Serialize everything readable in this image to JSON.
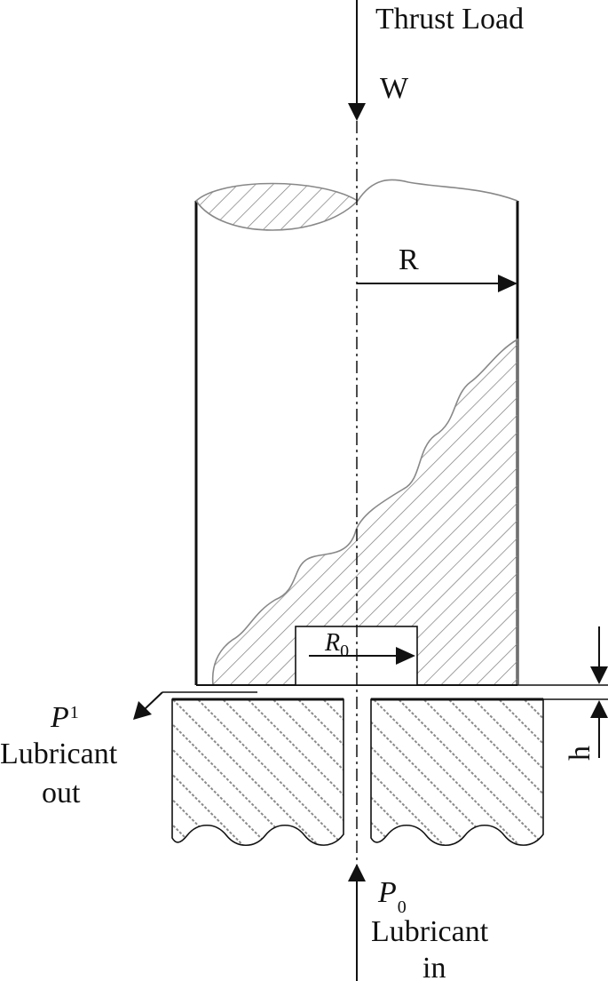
{
  "labels": {
    "thrust_load": "Thrust Load",
    "load_symbol": "W",
    "radius_outer": "R",
    "radius_inner_base": "R",
    "radius_inner_sub": "0",
    "gap": "h",
    "outlet_pressure_base": "P",
    "outlet_pressure_sub": "1",
    "outlet_line1": "Lubricant",
    "outlet_line2": "out",
    "inlet_pressure_base": "P",
    "inlet_pressure_sub": "0",
    "inlet_line1": "Lubricant",
    "inlet_line2": "in"
  },
  "colors": {
    "line": "#111111",
    "hatch": "#7a7a7a",
    "base_hatch": "#8a8a8a"
  },
  "icons": {
    "load_arrow": "arrow-down-icon",
    "inlet_arrow": "arrow-up-icon",
    "outlet_arrow": "arrow-down-left-icon"
  }
}
